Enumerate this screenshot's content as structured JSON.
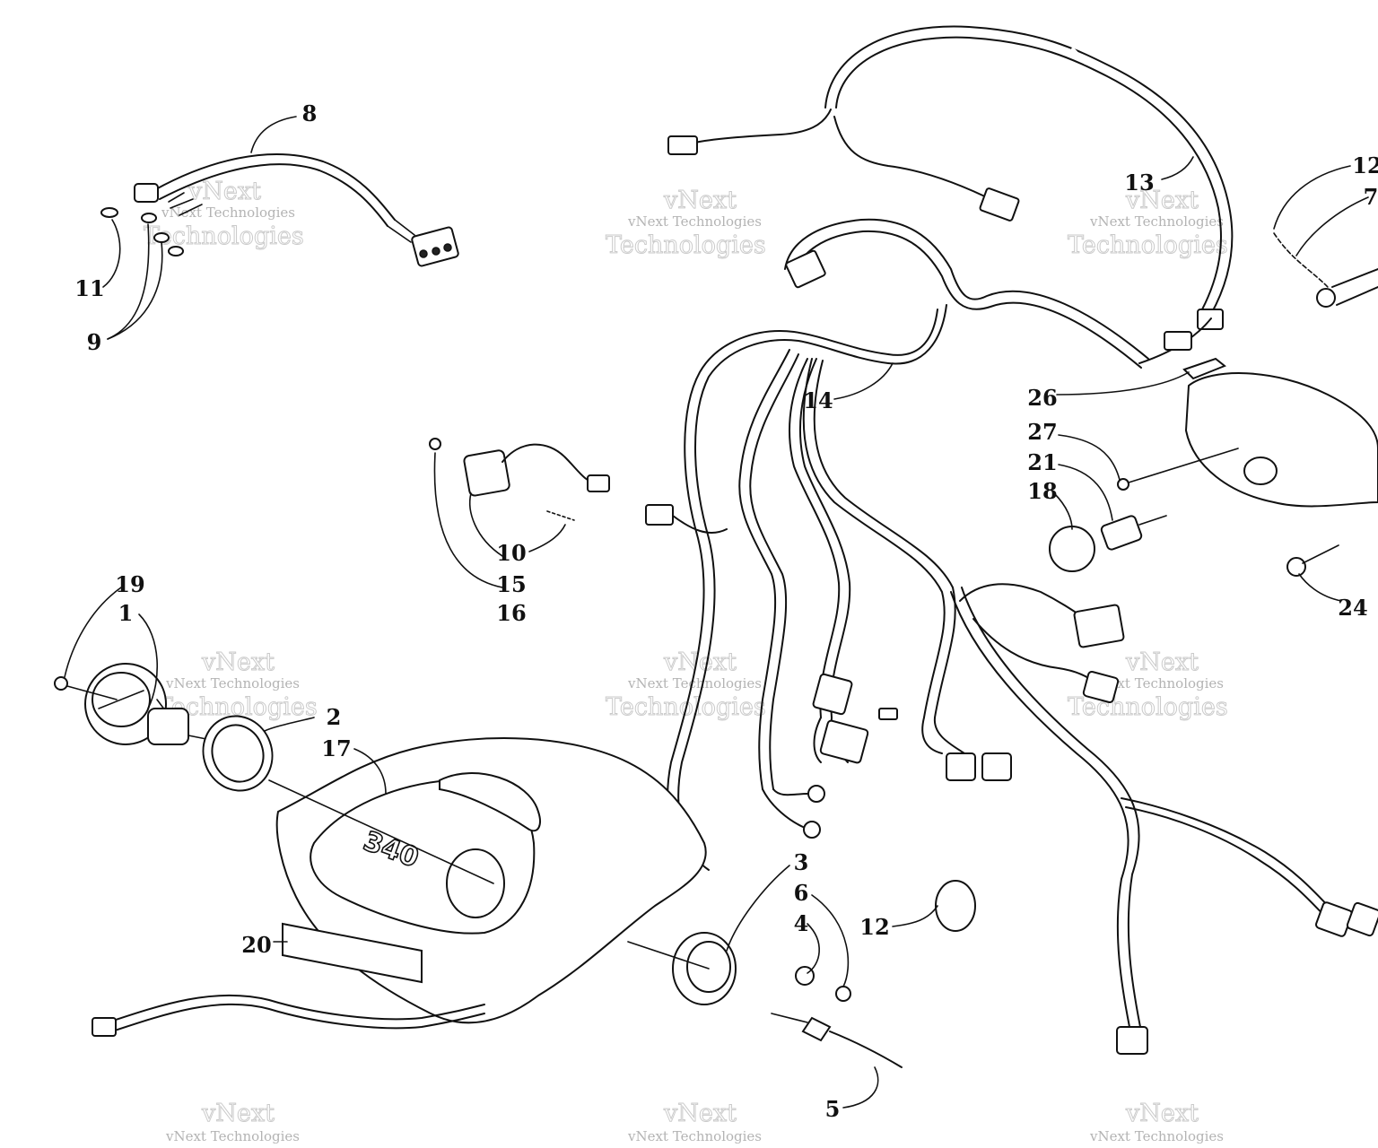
{
  "watermark": {
    "line1": "vNext",
    "line2": "vNext Technologies",
    "line3": "Technologies"
  },
  "hood_logo": "340",
  "callouts": [
    {
      "id": "1",
      "label": "1"
    },
    {
      "id": "2",
      "label": "2"
    },
    {
      "id": "3",
      "label": "3"
    },
    {
      "id": "4",
      "label": "4"
    },
    {
      "id": "5",
      "label": "5"
    },
    {
      "id": "6",
      "label": "6"
    },
    {
      "id": "7",
      "label": "7"
    },
    {
      "id": "8",
      "label": "8"
    },
    {
      "id": "9",
      "label": "9"
    },
    {
      "id": "10",
      "label": "10"
    },
    {
      "id": "11",
      "label": "11"
    },
    {
      "id": "12a",
      "label": "12"
    },
    {
      "id": "12b",
      "label": "12"
    },
    {
      "id": "13",
      "label": "13"
    },
    {
      "id": "14",
      "label": "14"
    },
    {
      "id": "15",
      "label": "15"
    },
    {
      "id": "16",
      "label": "16"
    },
    {
      "id": "17",
      "label": "17"
    },
    {
      "id": "18",
      "label": "18"
    },
    {
      "id": "19",
      "label": "19"
    },
    {
      "id": "20",
      "label": "20"
    },
    {
      "id": "21",
      "label": "21"
    },
    {
      "id": "24",
      "label": "24"
    },
    {
      "id": "26",
      "label": "26"
    },
    {
      "id": "27",
      "label": "27"
    }
  ]
}
